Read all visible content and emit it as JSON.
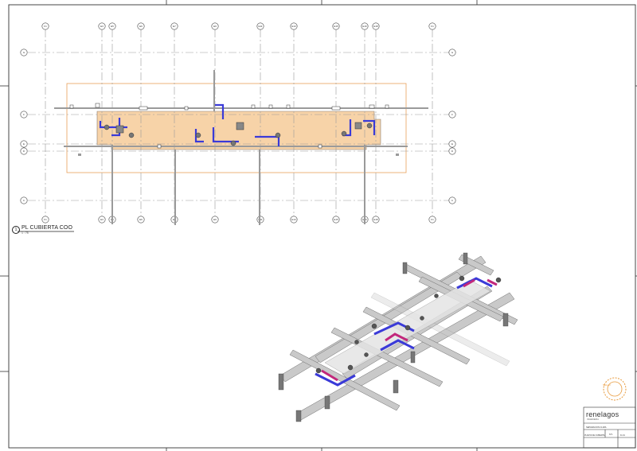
{
  "view": {
    "number": "1",
    "title": "PL CUBIERTA COO",
    "scale": "1 : 75"
  },
  "grid": {
    "top_bubbles": [
      "F1",
      "E3",
      "E5",
      "E6",
      "E7",
      "E9",
      "E11",
      "E13",
      "E15",
      "E16",
      "E18"
    ],
    "left_rows": [
      "G",
      "F",
      "E",
      "D",
      "C"
    ]
  },
  "title_block": {
    "brand": "renelagos",
    "subtitle": "INGENIERIA",
    "sheet_title": "SEPARACION CLIMA",
    "sheet_number": "N°1",
    "drawing_title": "PLANTA DE CUBIERTA",
    "code": "IC-01"
  },
  "stamp": {
    "text": "SELLO"
  },
  "colors": {
    "slab": "#f7d3a8",
    "slab_outline": "#e8a05a",
    "duct_blue": "#3a3ad8",
    "duct_magenta": "#c2277c",
    "beam_gray": "#9a9a9a",
    "grid_line": "#9a9a9a",
    "stamp": "#e89a3c"
  }
}
